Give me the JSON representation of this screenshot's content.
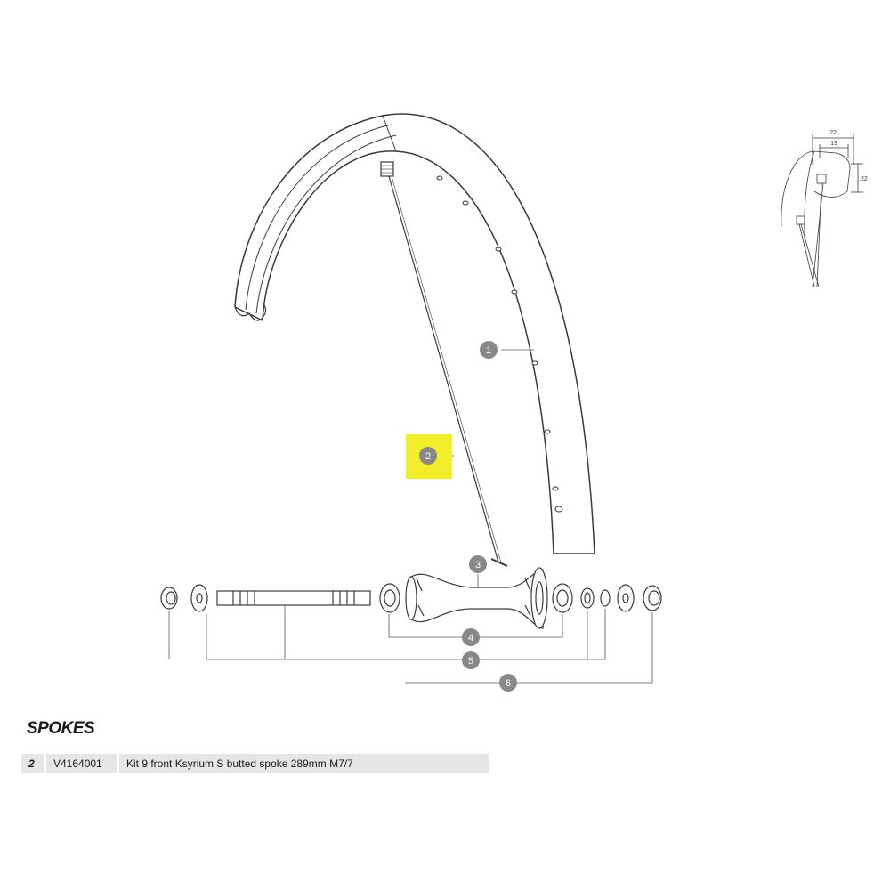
{
  "callouts": [
    {
      "number": "1",
      "part": "rim",
      "highlighted": false
    },
    {
      "number": "2",
      "part": "spoke",
      "highlighted": true
    },
    {
      "number": "3",
      "part": "hub body",
      "highlighted": false
    },
    {
      "number": "4",
      "part": "hub bearings",
      "highlighted": false
    },
    {
      "number": "5",
      "part": "axle kit",
      "highlighted": false
    },
    {
      "number": "6",
      "part": "complete hub",
      "highlighted": false
    }
  ],
  "inset_dimensions": {
    "top": "22",
    "inner": "19",
    "side": "22"
  },
  "highlight_color": "#f2ee2b",
  "callout_color": "#888888",
  "section": {
    "title": "SPOKES",
    "parts": [
      {
        "number": "2",
        "reference": "V4164001",
        "description": "Kit 9 front Ksyrium S butted spoke 289mm M7/7"
      }
    ]
  }
}
